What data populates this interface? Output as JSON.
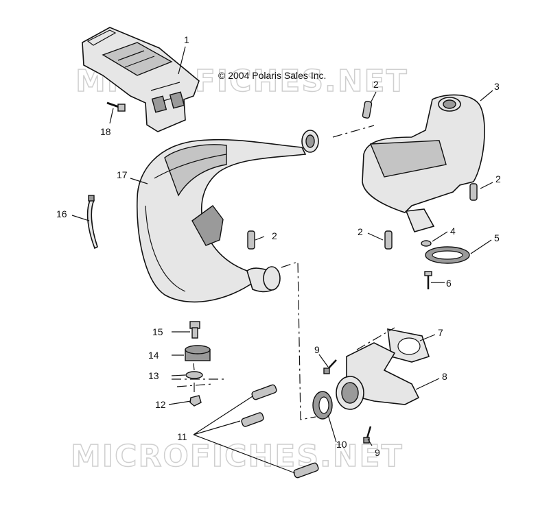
{
  "copyright": "© 2004 Polaris Sales Inc.",
  "watermark": "MICROFICHES.NET",
  "callouts": [
    "1",
    "2",
    "3",
    "2",
    "2",
    "2",
    "4",
    "5",
    "6",
    "7",
    "8",
    "9",
    "9",
    "10",
    "11",
    "12",
    "13",
    "14",
    "15",
    "16",
    "17",
    "18"
  ]
}
